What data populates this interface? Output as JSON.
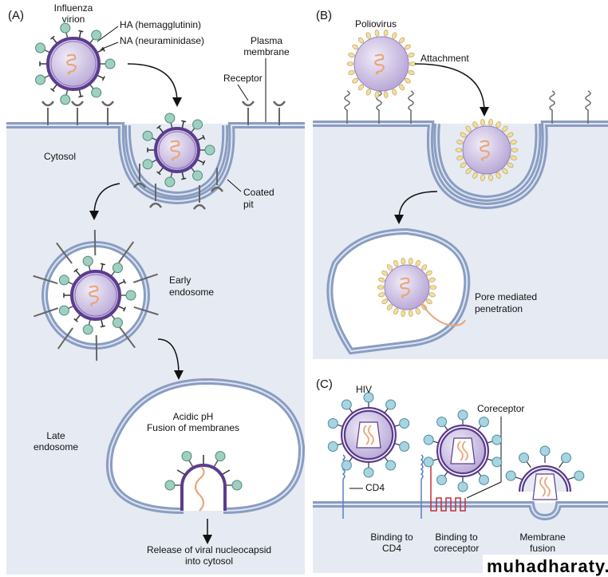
{
  "colors": {
    "cytosol": "#e6ebf3",
    "membrane": "#8a9dc2",
    "virion_envelope": "#5b3c8c",
    "virion_core": "#c9bde0",
    "ha_spike": "#9fcfc0",
    "poliovirus_protrusion": "#f2dea0",
    "hiv_spike": "#a8d3e0",
    "rna": "#e8a77c",
    "coreceptor": "#c0303a",
    "cd4": "#5a7fc0"
  },
  "panel_a": {
    "tag": "(A)",
    "virion_label_1": "Influenza",
    "virion_label_2": "virion",
    "ha_label": "HA (hemagglutinin)",
    "na_label": "NA (neuraminidase)",
    "plasma_1": "Plasma",
    "plasma_2": "membrane",
    "receptor": "Receptor",
    "cytosol": "Cytosol",
    "coated_1": "Coated",
    "coated_2": "pit",
    "early_1": "Early",
    "early_2": "endosome",
    "acidic_1": "Acidic pH",
    "acidic_2": "Fusion of membranes",
    "late_1": "Late",
    "late_2": "endosome",
    "release_1": "Release of viral nucleocapsid",
    "release_2": "into cytosol"
  },
  "panel_b": {
    "tag": "(B)",
    "virus": "Poliovirus",
    "attachment": "Attachment",
    "pore_1": "Pore mediated",
    "pore_2": "penetration"
  },
  "panel_c": {
    "tag": "(C)",
    "virus": "HIV",
    "coreceptor": "Coreceptor",
    "cd4": "CD4",
    "step1_1": "Binding to",
    "step1_2": "CD4",
    "step2_1": "Binding to",
    "step2_2": "coreceptor",
    "step3_1": "Membrane",
    "step3_2": "fusion"
  },
  "watermark": "muhadharaty.com"
}
